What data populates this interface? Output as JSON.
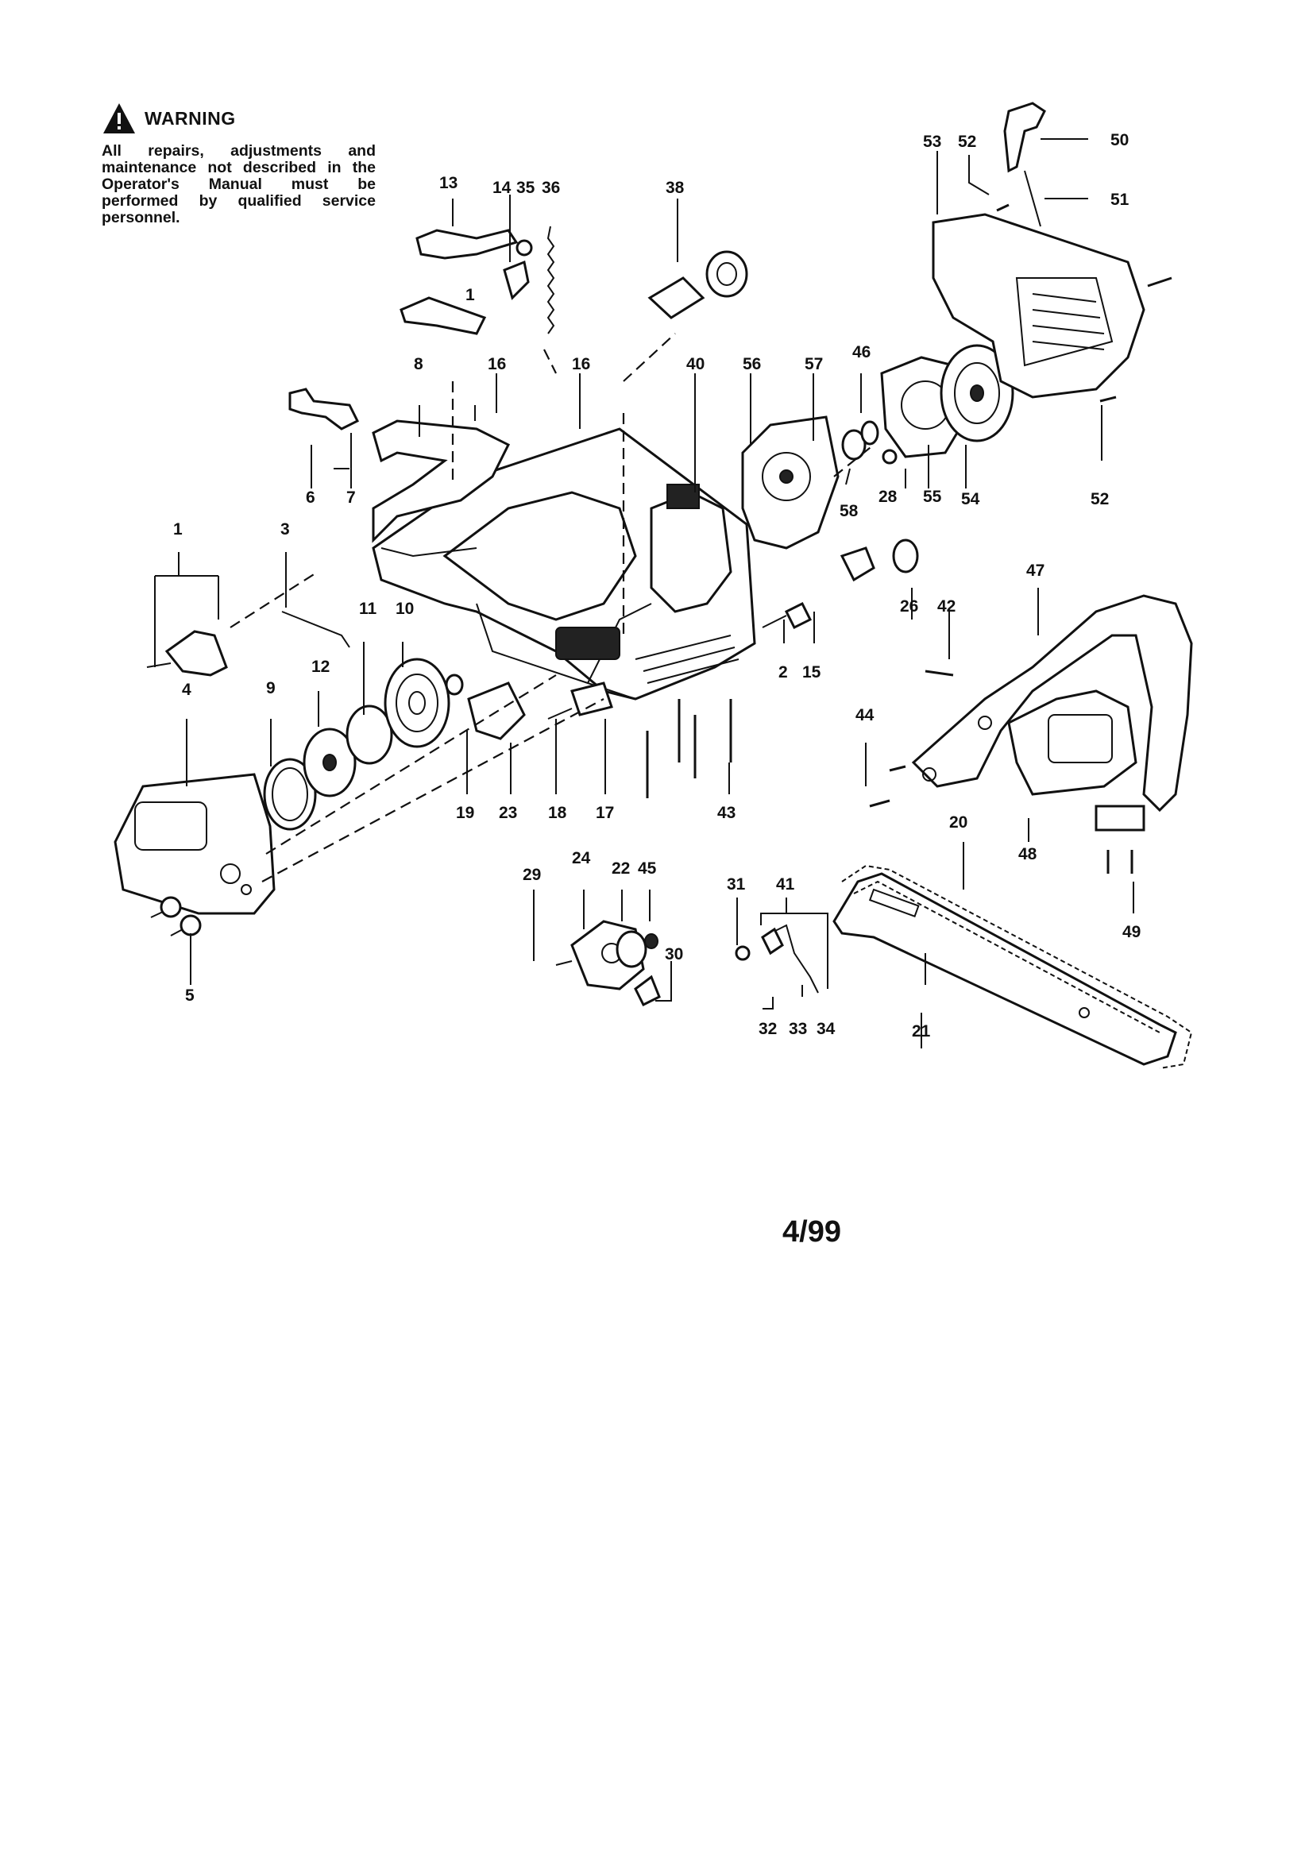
{
  "warning": {
    "icon": "warning-triangle-icon",
    "title": "WARNING",
    "text": "All repairs, adjustments and maintenance not described in the Operator's Manual must be performed by qualified service personnel."
  },
  "page_code": "4/99",
  "callouts": [
    "1",
    "1",
    "2",
    "3",
    "4",
    "5",
    "6",
    "7",
    "8",
    "9",
    "10",
    "11",
    "12",
    "13",
    "14",
    "15",
    "16",
    "16",
    "17",
    "18",
    "19",
    "20",
    "21",
    "22",
    "23",
    "24",
    "26",
    "28",
    "29",
    "30",
    "31",
    "32",
    "33",
    "34",
    "35",
    "36",
    "38",
    "40",
    "41",
    "42",
    "43",
    "44",
    "45",
    "46",
    "47",
    "48",
    "49",
    "50",
    "51",
    "52",
    "52",
    "53",
    "54",
    "55",
    "56",
    "57",
    "58"
  ]
}
